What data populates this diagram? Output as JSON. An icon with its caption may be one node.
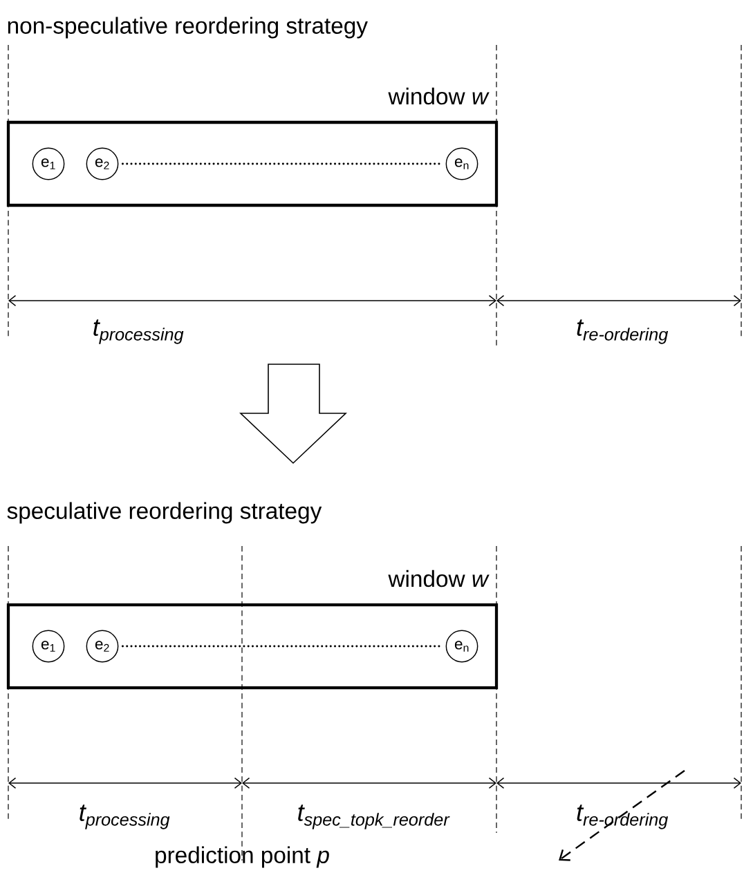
{
  "diagram": {
    "nodes": [
      {
        "text": [
          "window *w*"
        ]
      },
      {
        "text": [
          "e$_{1}$"
        ],
        "in": 0
      },
      {
        "text": [
          "e$_{2}$"
        ],
        "in": 0
      },
      {
        "text": [
          "e$_{n}$"
        ],
        "in": 0
      },
      {
        "text": [
          "window *w*"
        ]
      },
      {
        "text": [
          "e$_{1}$"
        ],
        "in": 4
      },
      {
        "text": [
          "e$_{2}$"
        ],
        "in": 4
      },
      {
        "text": [
          "e$_{n}$"
        ],
        "in": 4
      }
    ],
    "edges": [
      {
        "from": 2,
        "to": 3,
        "arrow": "none"
      },
      {
        "from": 6,
        "to": 7,
        "arrow": "none"
      }
    ],
    "labels": [
      "non-speculative reordering  strategy",
      "\\textit{t}_{\\textit{processing}}",
      "\\textit{t}_{\\textit{re-ordering}}",
      "speculative reordering  strategy",
      "\\textit{t}_{\\textit{processing}}",
      "\\textit{t}_{\\textit{spec\\_topk\\_reorder}}",
      "\\textit{t}_{\\textit{re-ordering}}",
      "prediction point *p*"
    ]
  }
}
